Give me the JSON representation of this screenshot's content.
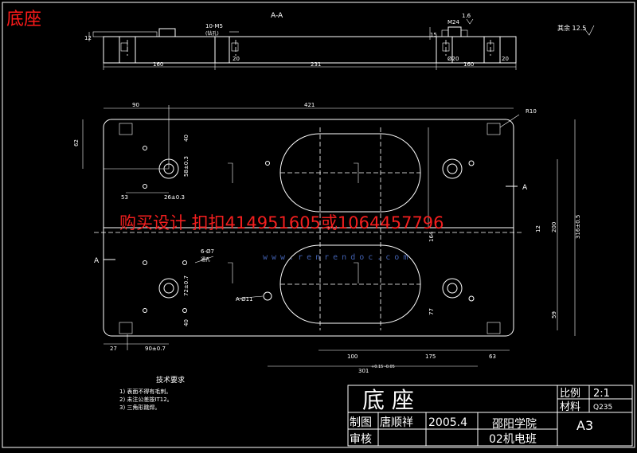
{
  "corner_title": "底座",
  "section_label": "A-A",
  "section_marker": "A",
  "roughness_note": "其余 12.5",
  "roughness_top": "1.6",
  "dims_top": {
    "d12": "12",
    "d10": "10-M5",
    "d10b": "(钻孔)",
    "d20a": "20",
    "d20b": "20",
    "d15": "15",
    "dm24": "M24",
    "d20c": "Ø20",
    "d160a": "160",
    "d231": "231",
    "d160b": "160"
  },
  "dims_plan": {
    "d90": "90",
    "d421": "421",
    "r10": "R10",
    "d62": "62",
    "d40a": "40",
    "d58": "58±0.3",
    "d53": "53",
    "d26": "26±0.3",
    "d6": "6-Ø7",
    "d6b": "通孔",
    "d72": "72±0.7",
    "d40b": "40",
    "d27": "27",
    "d90b": "90±0.7",
    "dA4": "A-Ø11",
    "d164": "164",
    "d77": "77",
    "d12b": "12",
    "d200": "200",
    "d316": "316±0.5",
    "d59": "59",
    "d100": "100",
    "d175": "175",
    "d63": "63",
    "d301": "301",
    "d301tol": "+0.15 -0.05"
  },
  "watermark": "购买设计 扣扣414951605或1064457796",
  "watermark_site": "www.renrendoc.com",
  "notes": {
    "title": "技术要求",
    "lines": [
      "1) 表面不得有毛刺。",
      "2) 未注公差按IT12。",
      "3) 三角形跳焊。"
    ]
  },
  "title_block": {
    "part_name": "底    座",
    "scale_label": "比例",
    "scale_value": "2:1",
    "material_label": "材料",
    "material_value": "Q235",
    "drawn_label": "制图",
    "drawn_by": "唐顺祥",
    "date": "2005.4",
    "checked_label": "审核",
    "school": "邵阳学院",
    "class_name": "02机电班",
    "sheet": "A3"
  }
}
